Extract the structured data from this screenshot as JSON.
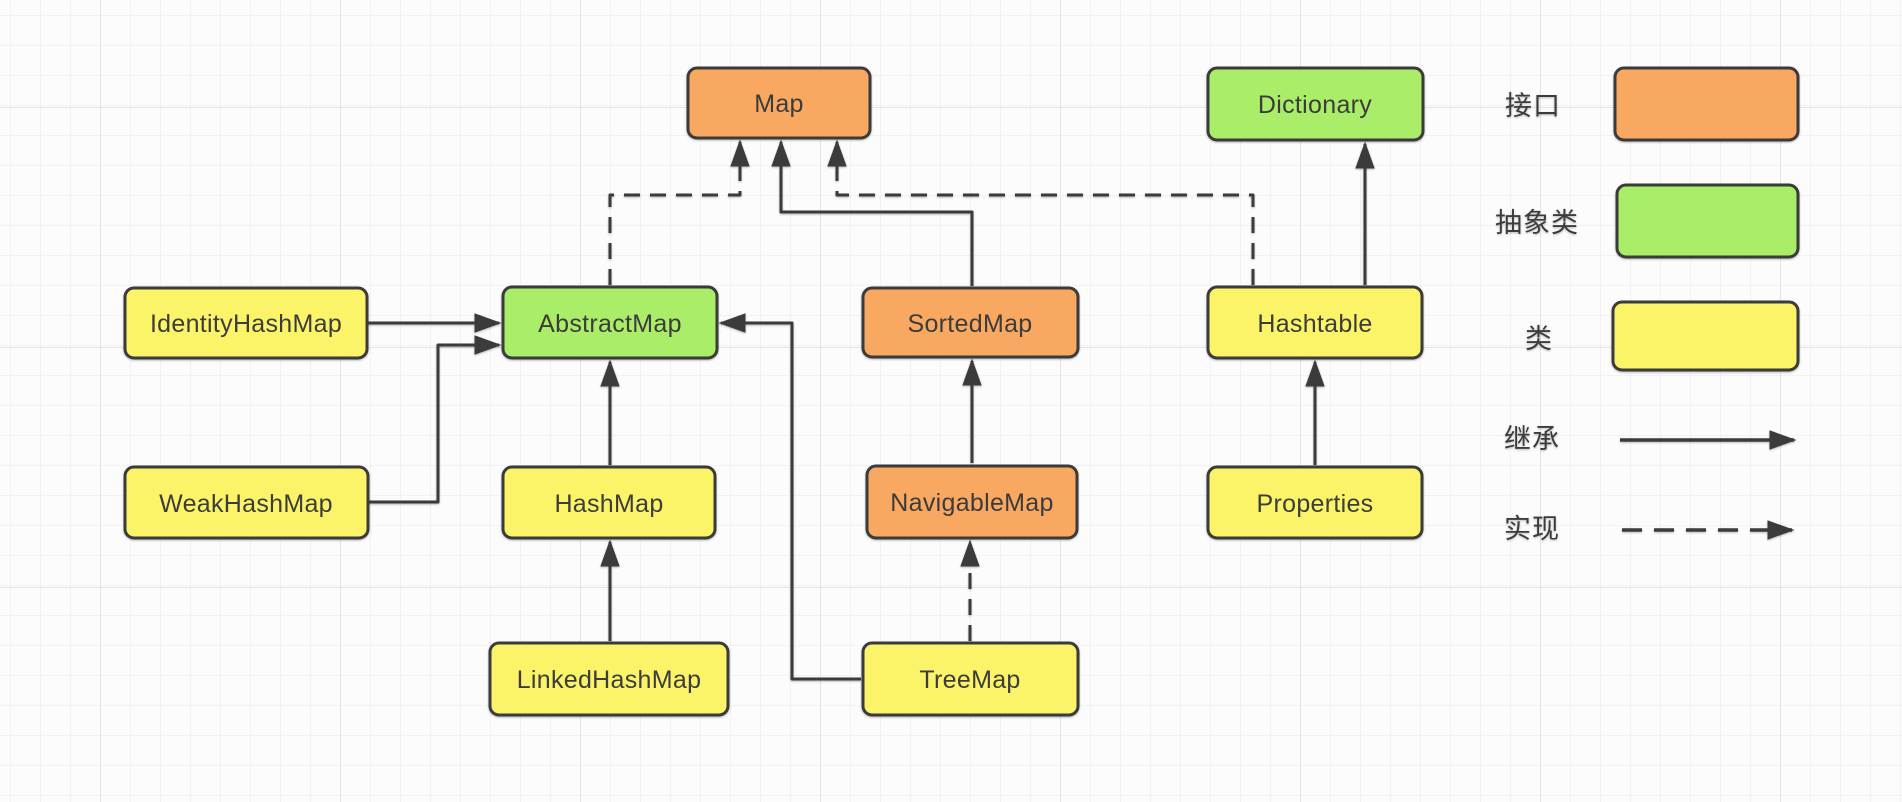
{
  "colors": {
    "interface_fill": "#F8A860",
    "abstract_fill": "#A9ED68",
    "class_fill": "#FBF469",
    "outline": "#3B3B3B",
    "connector": "#3B3B3B",
    "label_text": "#3C3C3C",
    "background": "#FCFCFD",
    "grid_minor": "#EFEFF2",
    "grid_major": "#E4E4E8"
  },
  "nodes": {
    "map": {
      "label": "Map",
      "type": "interface"
    },
    "dictionary": {
      "label": "Dictionary",
      "type": "abstract_class"
    },
    "identityHashMap": {
      "label": "IdentityHashMap",
      "type": "class"
    },
    "abstractMap": {
      "label": "AbstractMap",
      "type": "abstract_class"
    },
    "sortedMap": {
      "label": "SortedMap",
      "type": "interface"
    },
    "hashtable": {
      "label": "Hashtable",
      "type": "class"
    },
    "weakHashMap": {
      "label": "WeakHashMap",
      "type": "class"
    },
    "hashMap": {
      "label": "HashMap",
      "type": "class"
    },
    "navigableMap": {
      "label": "NavigableMap",
      "type": "interface"
    },
    "properties": {
      "label": "Properties",
      "type": "class"
    },
    "linkedHashMap": {
      "label": "LinkedHashMap",
      "type": "class"
    },
    "treeMap": {
      "label": "TreeMap",
      "type": "class"
    }
  },
  "edges": [
    {
      "from": "AbstractMap",
      "to": "Map",
      "relation": "implementation",
      "line": "dashed"
    },
    {
      "from": "SortedMap",
      "to": "Map",
      "relation": "inheritance",
      "line": "solid"
    },
    {
      "from": "Hashtable",
      "to": "Map",
      "relation": "implementation",
      "line": "dashed"
    },
    {
      "from": "Hashtable",
      "to": "Dictionary",
      "relation": "inheritance",
      "line": "solid"
    },
    {
      "from": "IdentityHashMap",
      "to": "AbstractMap",
      "relation": "inheritance",
      "line": "solid"
    },
    {
      "from": "WeakHashMap",
      "to": "AbstractMap",
      "relation": "inheritance",
      "line": "solid"
    },
    {
      "from": "HashMap",
      "to": "AbstractMap",
      "relation": "inheritance",
      "line": "solid"
    },
    {
      "from": "LinkedHashMap",
      "to": "HashMap",
      "relation": "inheritance",
      "line": "solid"
    },
    {
      "from": "NavigableMap",
      "to": "SortedMap",
      "relation": "inheritance",
      "line": "solid"
    },
    {
      "from": "TreeMap",
      "to": "NavigableMap",
      "relation": "implementation",
      "line": "dashed"
    },
    {
      "from": "TreeMap",
      "to": "AbstractMap",
      "relation": "inheritance",
      "line": "solid"
    },
    {
      "from": "Properties",
      "to": "Hashtable",
      "relation": "inheritance",
      "line": "solid"
    }
  ],
  "legend": {
    "interface": "接口",
    "abstract_class": "抽象类",
    "class": "类",
    "inheritance": "继承",
    "implementation": "实现"
  }
}
